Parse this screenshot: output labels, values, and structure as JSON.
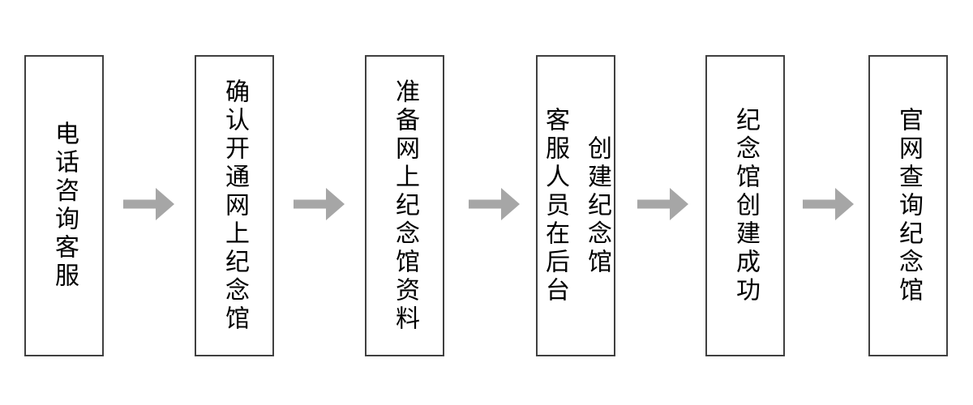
{
  "flowchart": {
    "steps": [
      {
        "lines": [
          "电话咨询客服"
        ]
      },
      {
        "lines": [
          "确认开通网上纪念馆"
        ]
      },
      {
        "lines": [
          "准备网上纪念馆资料"
        ]
      },
      {
        "lines": [
          "客服人员在后台",
          "创建纪念馆"
        ]
      },
      {
        "lines": [
          "纪念馆创建成功"
        ]
      },
      {
        "lines": [
          "官网查询纪念馆"
        ]
      }
    ],
    "colors": {
      "arrow": "#a6a6a6",
      "box_border": "#404040",
      "text": "#000000",
      "background": "#ffffff"
    }
  }
}
